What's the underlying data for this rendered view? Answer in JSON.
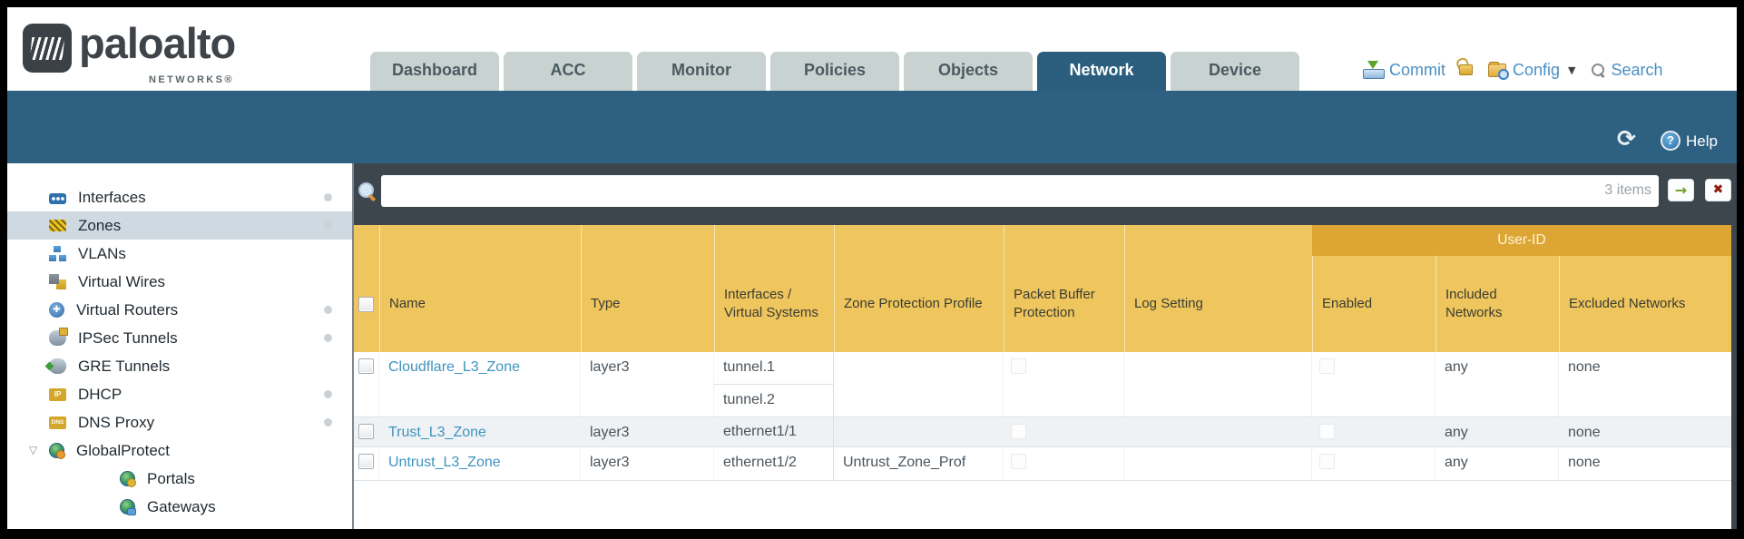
{
  "brand": {
    "logo_word": "paloalto",
    "logo_sub": "NETWORKS®"
  },
  "nav": {
    "tabs": [
      {
        "label": "Dashboard",
        "active": false
      },
      {
        "label": "ACC",
        "active": false
      },
      {
        "label": "Monitor",
        "active": false
      },
      {
        "label": "Policies",
        "active": false
      },
      {
        "label": "Objects",
        "active": false
      },
      {
        "label": "Network",
        "active": true
      },
      {
        "label": "Device",
        "active": false
      }
    ],
    "actions": {
      "commit": "Commit",
      "config": "Config",
      "search": "Search"
    }
  },
  "band": {
    "help": "Help"
  },
  "icons": {
    "refresh": "⟳",
    "help_q": "?",
    "caret": "▼",
    "expander": "▽",
    "apply": "→",
    "clear": "✖"
  },
  "sidebar": {
    "items": [
      {
        "label": "Interfaces",
        "icon": "interfaces-icon",
        "dot": true,
        "selected": false
      },
      {
        "label": "Zones",
        "icon": "zones-icon",
        "dot": true,
        "selected": true
      },
      {
        "label": "VLANs",
        "icon": "vlans-icon",
        "dot": false,
        "selected": false
      },
      {
        "label": "Virtual Wires",
        "icon": "virtual-wires-icon",
        "dot": false,
        "selected": false
      },
      {
        "label": "Virtual Routers",
        "icon": "virtual-routers-icon",
        "dot": true,
        "selected": false
      },
      {
        "label": "IPSec Tunnels",
        "icon": "ipsec-tunnels-icon",
        "dot": true,
        "selected": false
      },
      {
        "label": "GRE Tunnels",
        "icon": "gre-tunnels-icon",
        "dot": false,
        "selected": false
      },
      {
        "label": "DHCP",
        "icon": "dhcp-icon",
        "dot": true,
        "selected": false
      },
      {
        "label": "DNS Proxy",
        "icon": "dns-proxy-icon",
        "dot": true,
        "selected": false
      },
      {
        "label": "GlobalProtect",
        "icon": "globalprotect-icon",
        "dot": false,
        "selected": false,
        "expanded": true
      },
      {
        "label": "Portals",
        "icon": "portals-icon",
        "dot": false,
        "selected": false,
        "child": true
      },
      {
        "label": "Gateways",
        "icon": "gateways-icon",
        "dot": false,
        "selected": false,
        "child": true
      }
    ]
  },
  "filter": {
    "value": "",
    "count": "3 items"
  },
  "table": {
    "select_all_checked": false,
    "columns": [
      "",
      "Name",
      "Type",
      "Interfaces / Virtual Systems",
      "Zone Protection Profile",
      "Packet Buffer Protection",
      "Log Setting",
      "Enabled",
      "Included Networks",
      "Excluded Networks"
    ],
    "group_header": "User-ID",
    "rows": [
      {
        "selected": false,
        "name": "Cloudflare_L3_Zone",
        "type": "layer3",
        "interfaces": [
          "tunnel.1",
          "tunnel.2"
        ],
        "zone_protection_profile": "",
        "packet_buffer_protection_checked": false,
        "log_setting": "",
        "user_id_enabled_checked": false,
        "included_networks": "any",
        "excluded_networks": "none"
      },
      {
        "selected": false,
        "name": "Trust_L3_Zone",
        "type": "layer3",
        "interfaces": [
          "ethernet1/1"
        ],
        "zone_protection_profile": "",
        "packet_buffer_protection_checked": false,
        "log_setting": "",
        "user_id_enabled_checked": false,
        "included_networks": "any",
        "excluded_networks": "none"
      },
      {
        "selected": false,
        "name": "Untrust_L3_Zone",
        "type": "layer3",
        "interfaces": [
          "ethernet1/2"
        ],
        "zone_protection_profile": "Untrust_Zone_Prof",
        "packet_buffer_protection_checked": false,
        "log_setting": "",
        "user_id_enabled_checked": false,
        "included_networks": "any",
        "excluded_networks": "none"
      }
    ]
  }
}
